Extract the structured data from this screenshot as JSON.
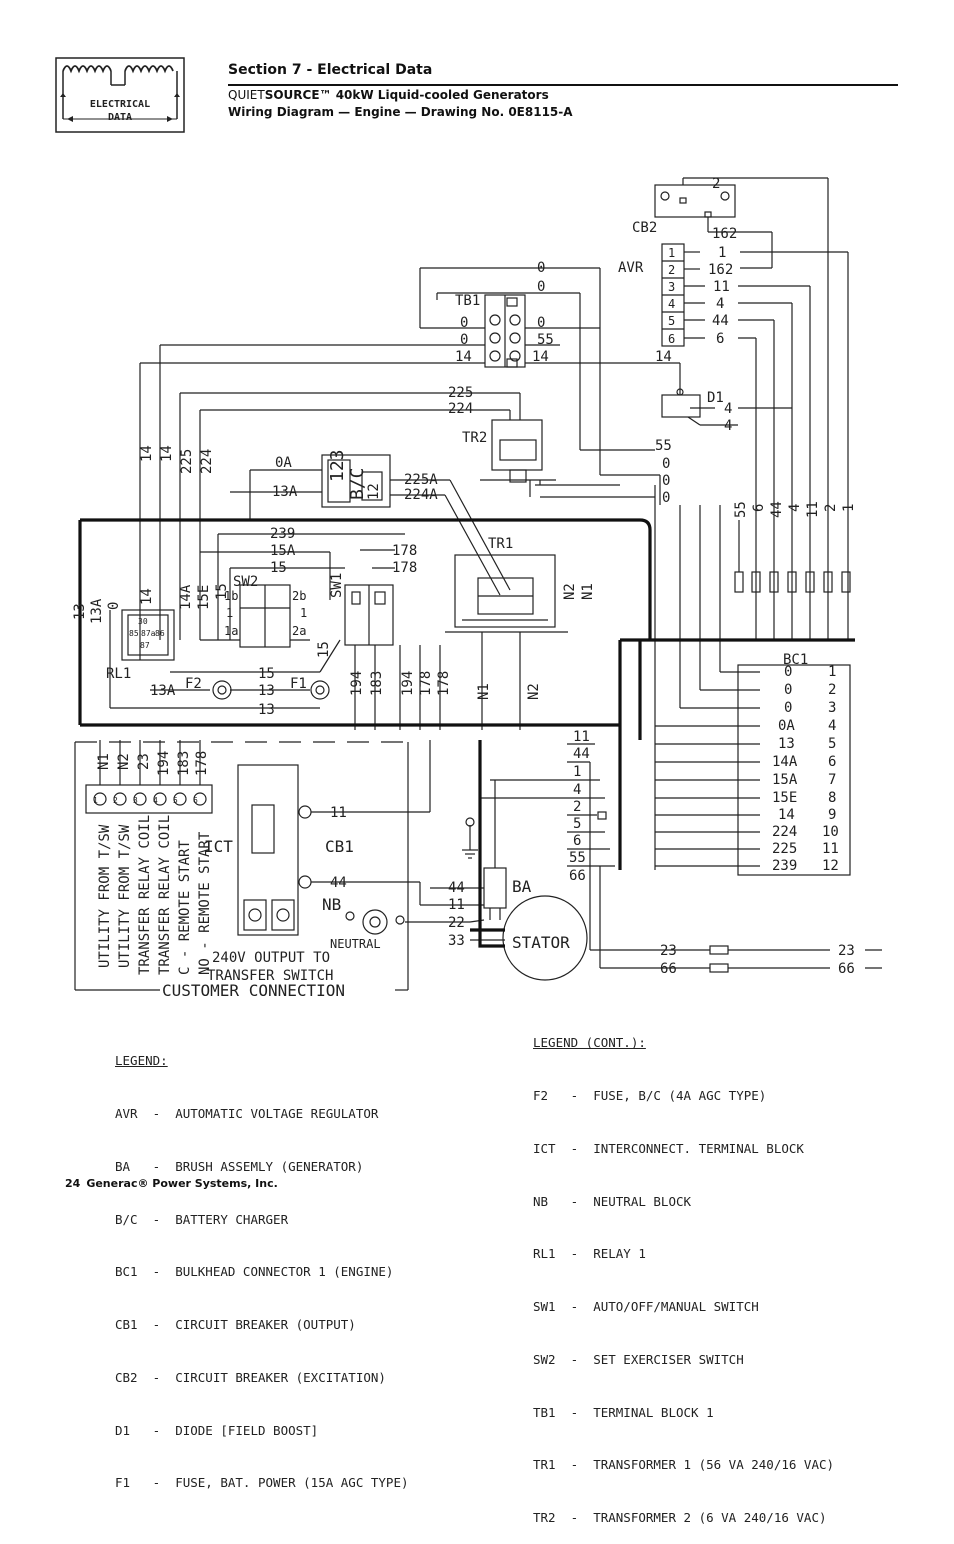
{
  "header": {
    "icon_label_1": "ELECTRICAL",
    "icon_label_2": "DATA",
    "section_title": "Section 7 - Electrical Data",
    "product_prefix": "QUIET",
    "product_bold": "SOURCE",
    "product_tail": "™ 40kW Liquid-cooled Generators",
    "drawing_title": "Wiring Diagram — Engine — Drawing No. 0E8115-A"
  },
  "diagram": {
    "cb2": {
      "label": "CB2",
      "top_wire": "2",
      "bottom_wire": "162"
    },
    "avr": {
      "label": "AVR",
      "terminals": [
        {
          "n": "1",
          "w": "1"
        },
        {
          "n": "2",
          "w": "162"
        },
        {
          "n": "3",
          "w": "11"
        },
        {
          "n": "4",
          "w": "4"
        },
        {
          "n": "5",
          "w": "44"
        },
        {
          "n": "6",
          "w": "6"
        }
      ]
    },
    "tb1": {
      "label": "TB1",
      "left": [
        "0",
        "0",
        "14"
      ],
      "right": [
        "0",
        "55",
        "14"
      ],
      "top_wires": [
        "0",
        "0"
      ]
    },
    "d1": {
      "label": "D1",
      "wires": [
        "4",
        "4"
      ]
    },
    "d1_input_wire": "14",
    "tr2": {
      "label": "TR2",
      "wires": [
        "225",
        "224"
      ]
    },
    "tr1": {
      "label": "TR1",
      "n2": "N2",
      "n1": "N1"
    },
    "bc": {
      "label": "B/C",
      "pins_top": "123",
      "pins_bottom": "12"
    },
    "bc_wires": [
      "0A",
      "13A",
      "225A",
      "224A"
    ],
    "upper_right_wires": [
      "55",
      "0",
      "0",
      "0"
    ],
    "vertical_left_wires": [
      "14",
      "14",
      "225",
      "224"
    ],
    "harness_vertical": [
      "55",
      "6",
      "44",
      "4",
      "11",
      "2",
      "1"
    ],
    "sw_wires": [
      "239",
      "15A",
      "15",
      "178",
      "178"
    ],
    "sw2": {
      "label": "SW2",
      "t1b": "1b",
      "t2b": "2b",
      "t1": "1",
      "t2": "1",
      "t1a": "1a",
      "t2a": "2a"
    },
    "sw1": {
      "label": "SW1"
    },
    "rl1": {
      "label": "RL1",
      "pins": [
        "30",
        "85",
        "87a",
        "86",
        "87"
      ]
    },
    "left_vertical": [
      "13",
      "13A",
      "0",
      "14",
      "14A",
      "15E",
      "15"
    ],
    "sw1_lower": "15",
    "fuses": {
      "f2": "F2",
      "f1": "F1",
      "w15": "15",
      "w13a": "13A",
      "w13": "13",
      "w13b": "13"
    },
    "mid_vertical": [
      "194",
      "183",
      "194",
      "178",
      "178"
    ],
    "n_wires": [
      "N1",
      "N2"
    ],
    "bc1": {
      "label": "BC1",
      "rows": [
        {
          "w": "0",
          "p": "1"
        },
        {
          "w": "0",
          "p": "2"
        },
        {
          "w": "0",
          "p": "3"
        },
        {
          "w": "0A",
          "p": "4"
        },
        {
          "w": "13",
          "p": "5"
        },
        {
          "w": "14A",
          "p": "6"
        },
        {
          "w": "15A",
          "p": "7"
        },
        {
          "w": "15E",
          "p": "8"
        },
        {
          "w": "14",
          "p": "9"
        },
        {
          "w": "224",
          "p": "10"
        },
        {
          "w": "225",
          "p": "11"
        },
        {
          "w": "239",
          "p": "12"
        }
      ]
    },
    "customer": {
      "title": "CUSTOMER CONNECTION",
      "output_1": "240V OUTPUT TO",
      "output_2": "TRANSFER SWITCH",
      "terminal_wires": [
        "N1",
        "N2",
        "23",
        "194",
        "183",
        "178"
      ],
      "terminal_numbers": [
        "1",
        "2",
        "3",
        "4",
        "5",
        "6"
      ],
      "vertical_labels": [
        "UTILITY FROM T/SW",
        "UTILITY FROM T/SW",
        "TRANSFER RELAY COIL",
        "TRANSFER RELAY COIL",
        "C - REMOTE START",
        "NO - REMOTE START"
      ],
      "ict": "ICT",
      "cb1": "CB1",
      "cb1_wires": [
        "11",
        "44"
      ],
      "nb": "NB",
      "neutral": "NEUTRAL"
    },
    "stator": {
      "label": "STATOR",
      "ba": "BA",
      "wires": [
        "11",
        "44",
        "1",
        "4",
        "2",
        "5",
        "6",
        "55",
        "66"
      ],
      "ba_wires": [
        "44",
        "11",
        "22",
        "33"
      ],
      "out_wires": [
        "23",
        "66"
      ]
    }
  },
  "legend": {
    "title": "LEGEND:",
    "items": [
      "AVR  -  AUTOMATIC VOLTAGE REGULATOR",
      "BA   -  BRUSH ASSEMLY (GENERATOR)",
      "B/C  -  BATTERY CHARGER",
      "BC1  -  BULKHEAD CONNECTOR 1 (ENGINE)",
      "CB1  -  CIRCUIT BREAKER (OUTPUT)",
      "CB2  -  CIRCUIT BREAKER (EXCITATION)",
      "D1   -  DIODE [FIELD BOOST]",
      "F1   -  FUSE, BAT. POWER (15A AGC TYPE)"
    ],
    "title_cont": "LEGEND (CONT.):",
    "items_cont": [
      "F2   -  FUSE, B/C (4A AGC TYPE)",
      "ICT  -  INTERCONNECT. TERMINAL BLOCK",
      "NB   -  NEUTRAL BLOCK",
      "RL1  -  RELAY 1",
      "SW1  -  AUTO/OFF/MANUAL SWITCH",
      "SW2  -  SET EXERCISER SWITCH",
      "TB1  -  TERMINAL BLOCK 1",
      "TR1  -  TRANSFORMER 1 (56 VA 240/16 VAC)",
      "TR2  -  TRANSFORMER 2 (6 VA 240/16 VAC)"
    ]
  },
  "footer": {
    "page": "24",
    "company": "Generac® Power Systems, Inc."
  }
}
